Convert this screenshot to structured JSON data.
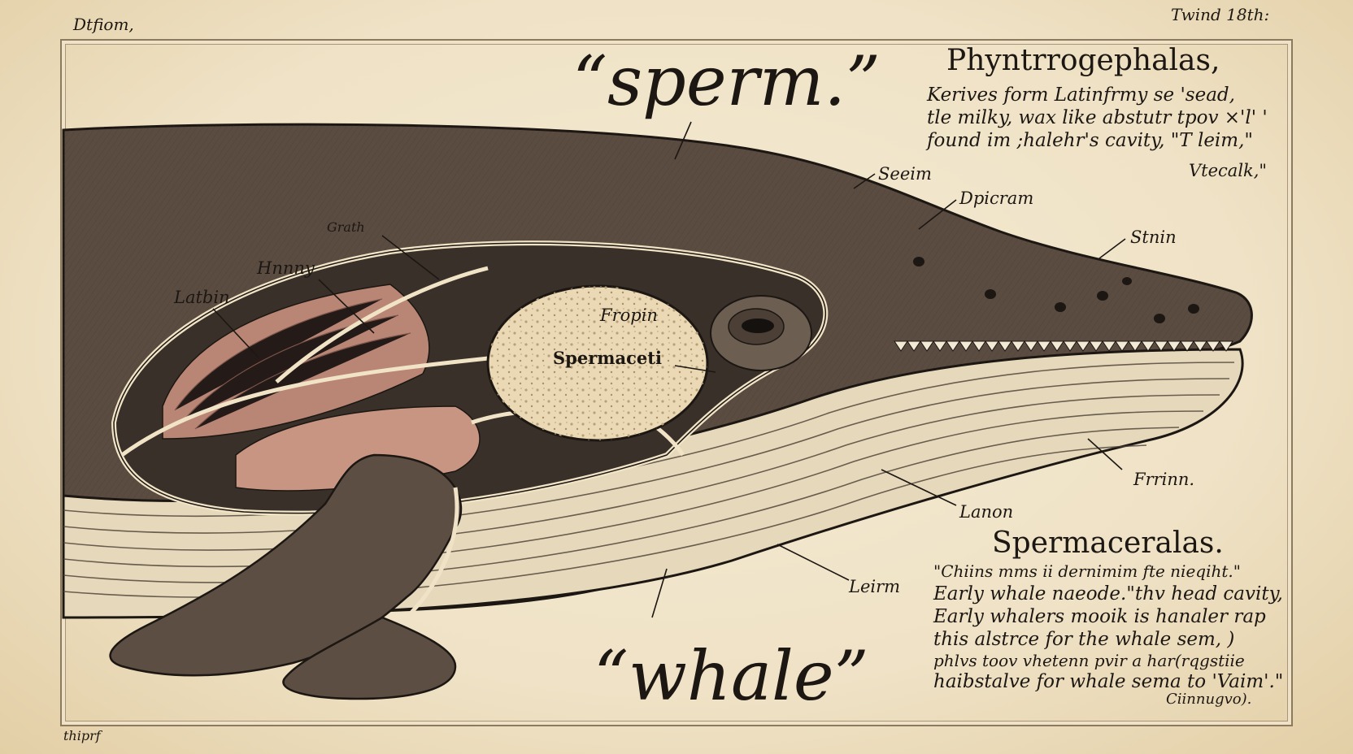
{
  "corners": {
    "top_left": "Dtfiom,",
    "top_right": "Twind 18th:",
    "bottom_left": "thiprf"
  },
  "headline": {
    "top": "“sperm.”",
    "bottom": "“whale”"
  },
  "panel_top": {
    "heading": "Phyntrrogephalas,",
    "lines": [
      "Kerives form Latinfrmy se 'sead,",
      "tle milky, wax like abstutr tpov ×'l' '",
      "found im ;halehr's cavity, \"T leim,\""
    ],
    "tail": "Vtecalk,\""
  },
  "panel_bottom": {
    "heading": "Spermaceralas.",
    "lines": [
      "\"Chiins mms ii dernimim fte nieqiht.\"",
      "Early whale naeode.\"thv head cavity,",
      "Early whalers mooik is hanaler rap",
      "this alstrce for the whale sem, )",
      "phlvs toov vhetenn pvir a har(rqgstiie",
      "haibstalve for whale sema to 'Vaim'.\""
    ],
    "signature": "Ciinnugvo)."
  },
  "labels": {
    "seeim": "Seeim",
    "dpicram": "Dpicram",
    "stnin": "Stnin",
    "grath": "Grath",
    "hnnny": "Hnnny",
    "latbin": "Latbin",
    "fropin": "Fropin",
    "spermaceti": "Spermaceti",
    "frrinn": "Frrinn.",
    "lanon": "Lanon",
    "leirm": "Leirm"
  },
  "colors": {
    "paper": "#efe2c6",
    "ink": "#1c1712",
    "whale_dark": "#5b4c41",
    "jaw_light": "#e6d8bb",
    "muscle_pink": "#b98676",
    "spermaceti_organ": "#ead9b4"
  }
}
